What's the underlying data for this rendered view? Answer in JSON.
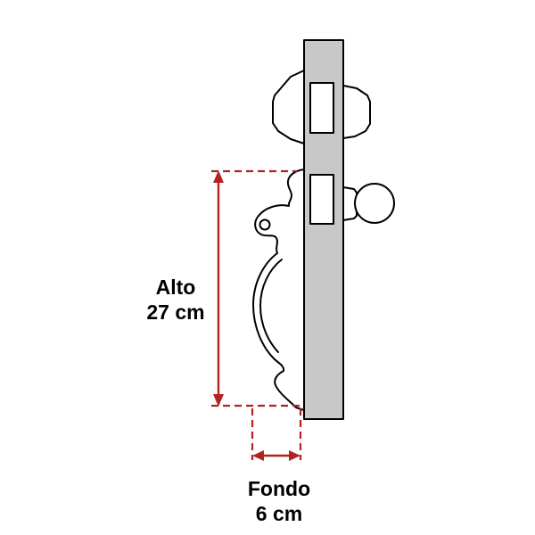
{
  "diagram": {
    "title": "lock-set-side-view-dimension-diagram",
    "labels": {
      "alto_line1": "Alto",
      "alto_line2": "27 cm",
      "fondo_line1": "Fondo",
      "fondo_line2": "6 cm"
    },
    "measurements": {
      "alto_cm": 27,
      "fondo_cm": 6
    },
    "colors": {
      "dimension": "#b22222",
      "bar_fill": "#c8c8c8",
      "outline": "#000000",
      "background": "#ffffff"
    }
  }
}
